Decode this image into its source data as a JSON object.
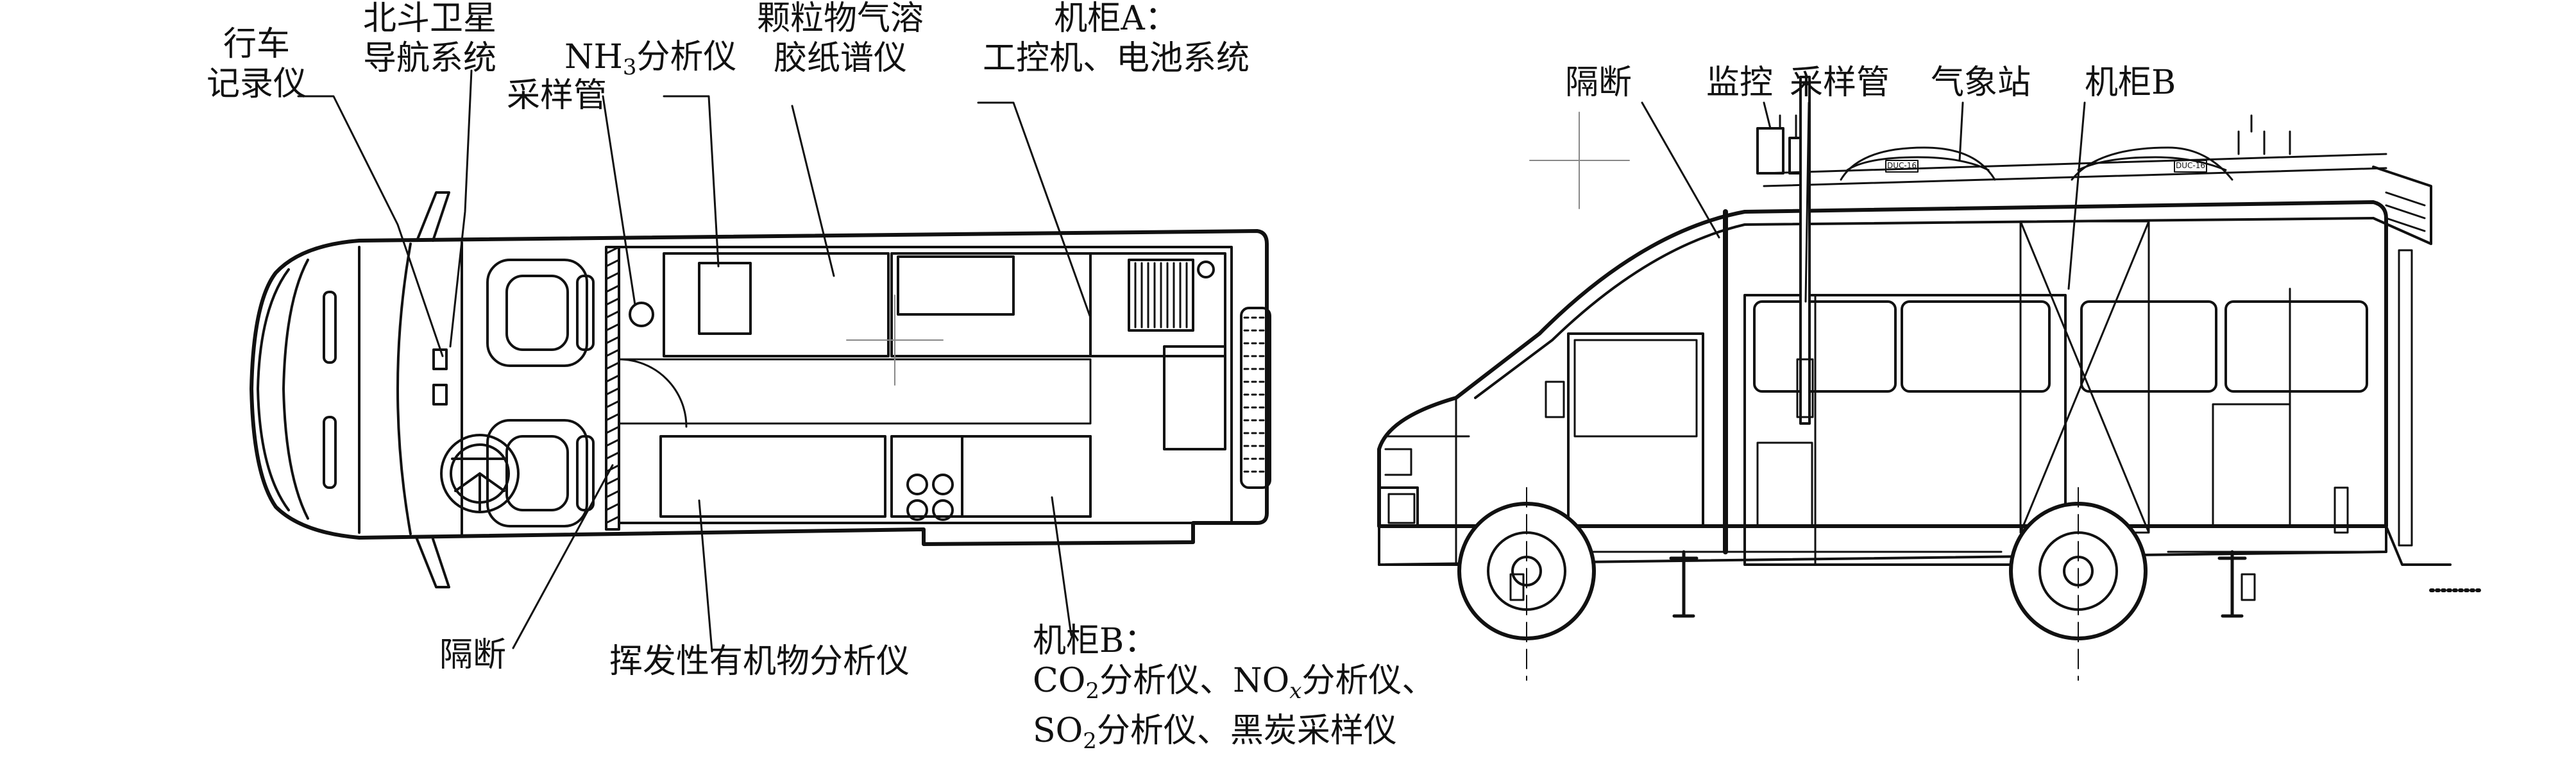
{
  "top_view": {
    "labels": {
      "driving_recorder": [
        "行车",
        "记录仪"
      ],
      "beidou": [
        "北斗卫星",
        "导航系统"
      ],
      "nh3": {
        "pre": "NH",
        "sub": "3",
        "post": "分析仪"
      },
      "sampling_tube": "采样管",
      "aerosol": [
        "颗粒物气溶",
        "胶纸谱仪"
      ],
      "cabinet_a": [
        "机柜A：",
        "工控机、电池系统"
      ],
      "partition": "隔断",
      "voc": "挥发性有机物分析仪",
      "cabinet_b": {
        "title": "机柜B：",
        "line2": {
          "co2_pre": "CO",
          "co2_sub": "2",
          "co2_post": "分析仪、",
          "nox_pre": "NO",
          "nox_sub": "x",
          "nox_post": "分析仪、"
        },
        "line3": {
          "so2_pre": "SO",
          "so2_sub": "2",
          "so2_post": "分析仪、黑炭采样仪"
        }
      }
    }
  },
  "side_view": {
    "labels": {
      "partition": "隔断",
      "monitor": "监控",
      "sampling_tube": "采样管",
      "weather_station": "气象站",
      "cabinet_b": "机柜B"
    },
    "roof_box_text": "DUC-16"
  }
}
